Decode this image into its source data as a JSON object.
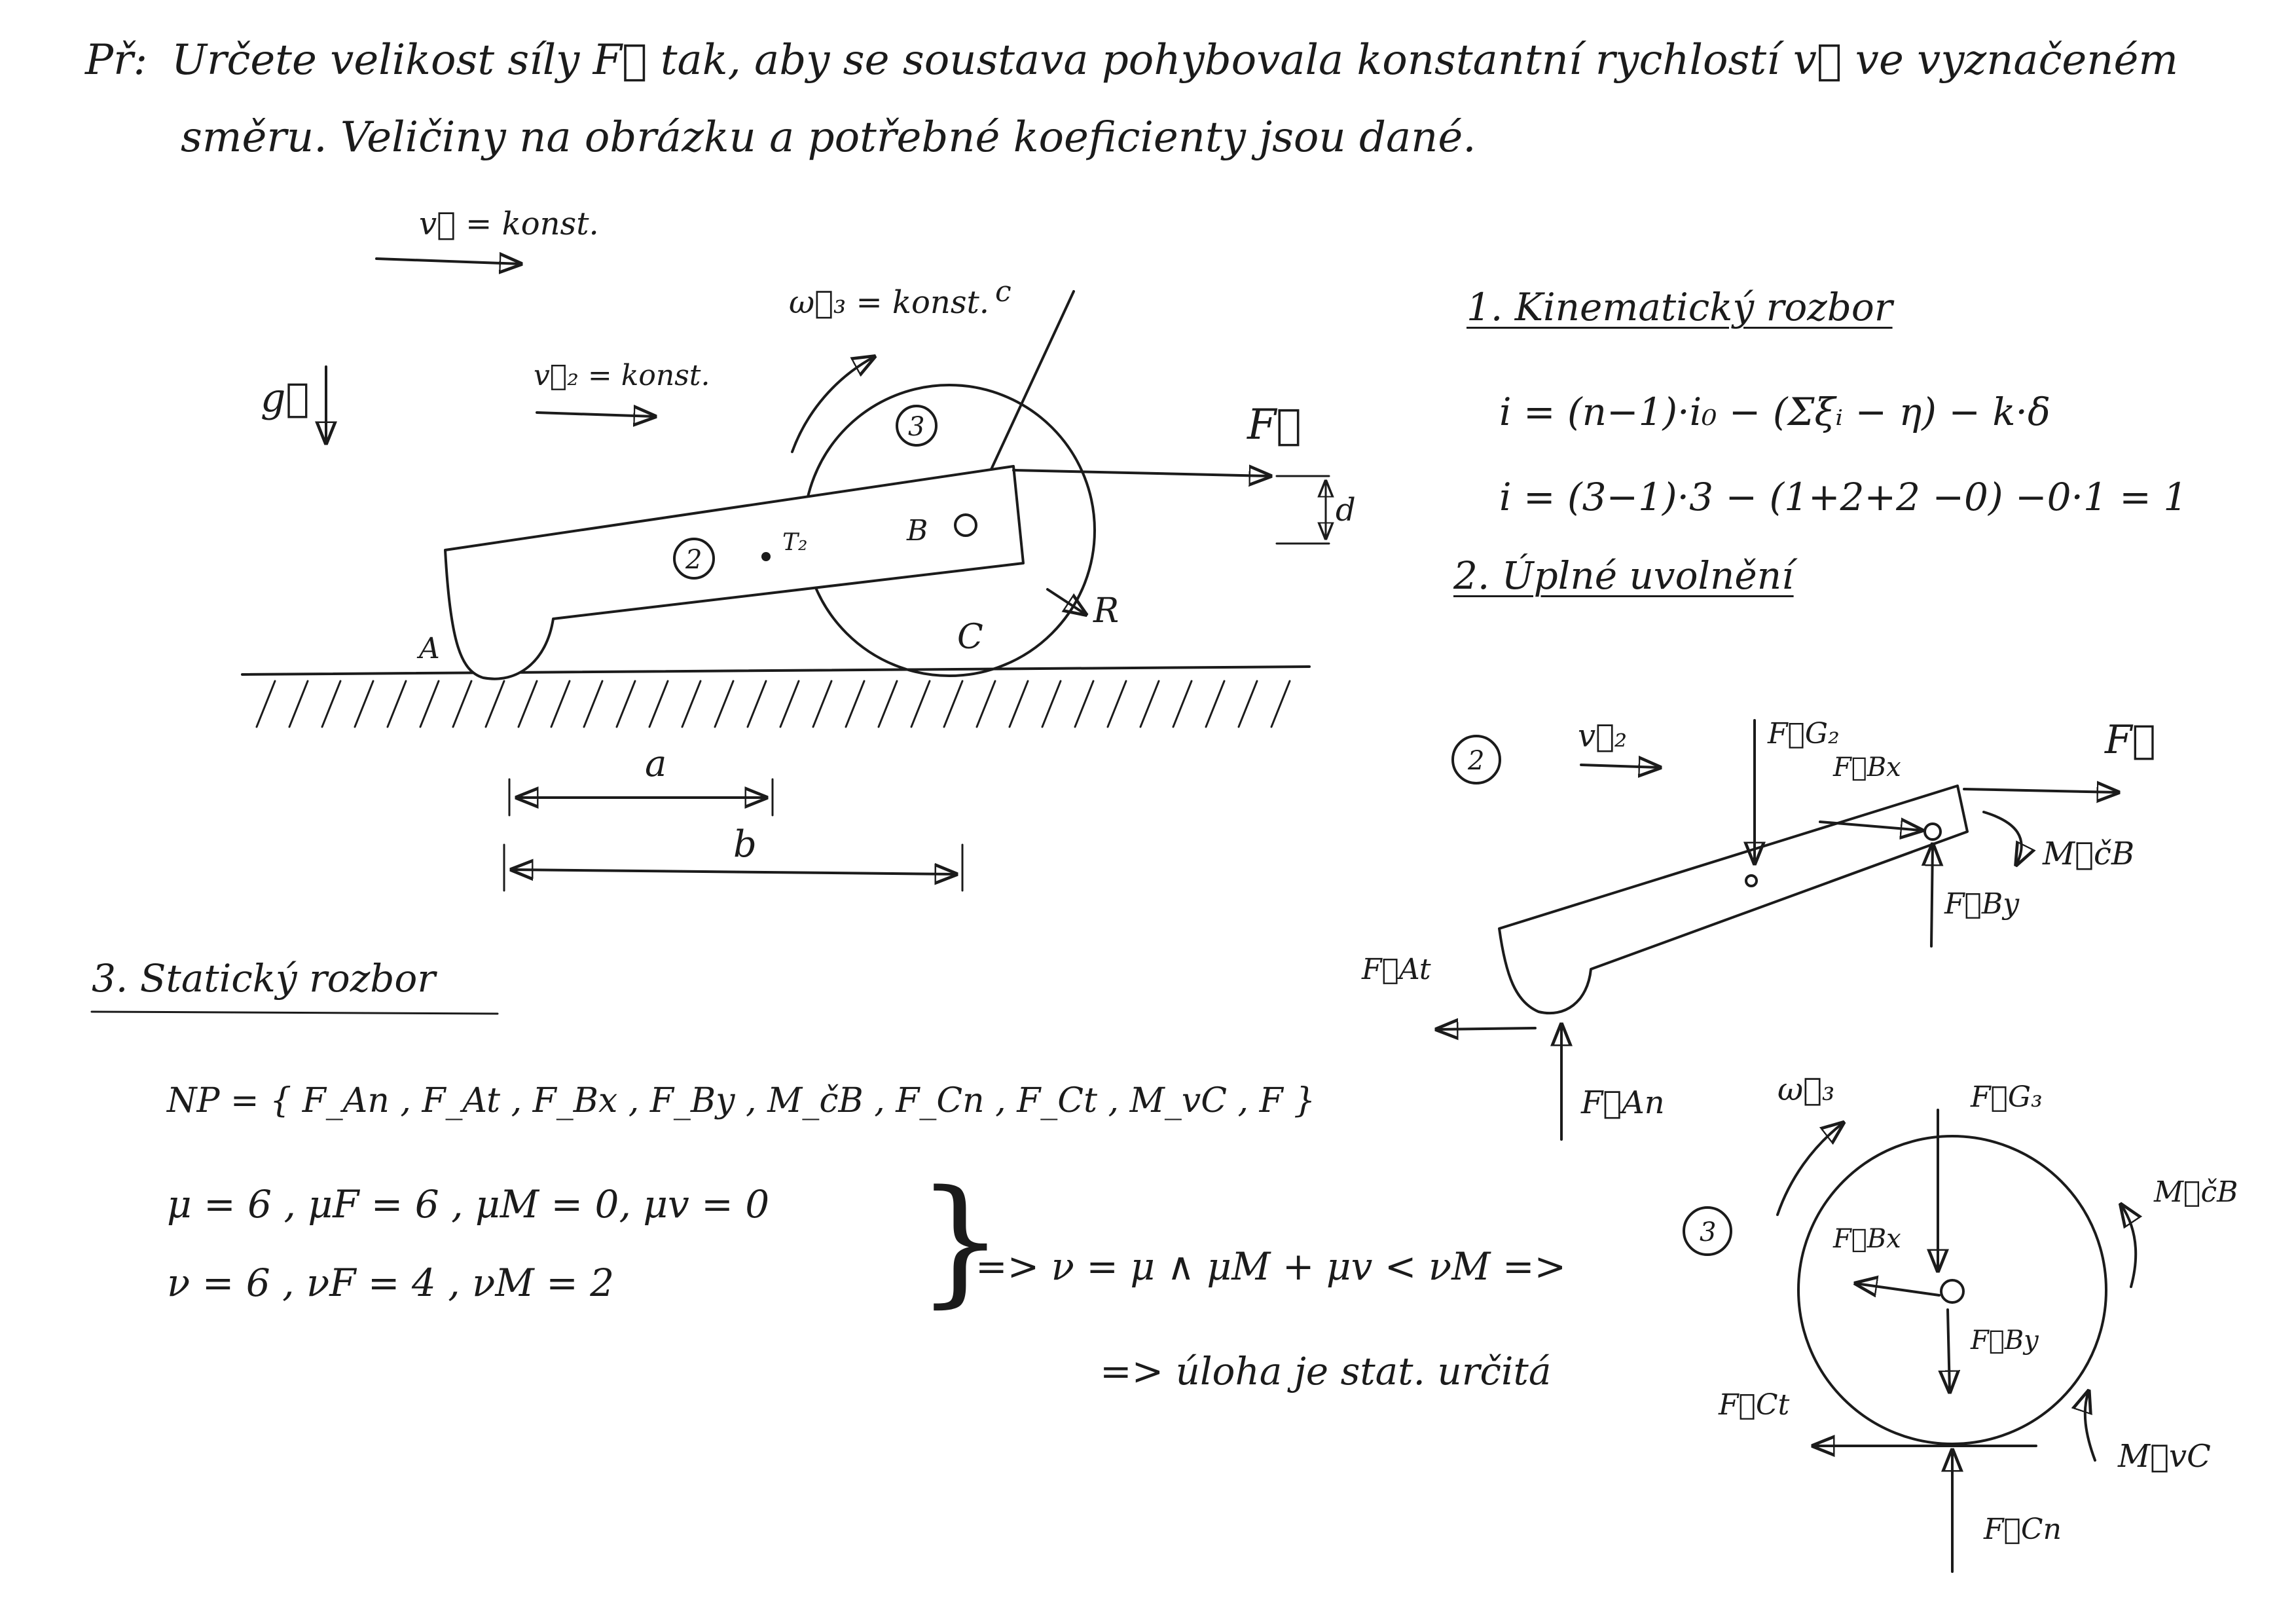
{
  "problem": {
    "label": "Př:",
    "line1": "Určete velikost síly F⃗ tak, aby se soustava pohybovala konstantní rychlostí v⃗ ve vyznačeném",
    "line2": "směru. Veličiny na obrázku a potřebné koeficienty jsou dané."
  },
  "figure": {
    "v_label": "v⃗ = konst.",
    "v2_label": "v⃗₂ = konst.",
    "omega3_label": "ω⃗₃ = konst.",
    "point_c_top": "c",
    "g_label": "g⃗",
    "f_label": "F⃗",
    "d_label": "d",
    "body2": "2",
    "body3": "3",
    "t2": "T₂",
    "point_b": "B",
    "point_a": "A",
    "point_c": "C",
    "r_label": "R",
    "dim_a": "a",
    "dim_b": "b"
  },
  "kinematics": {
    "heading": "1. Kinematický rozbor",
    "formula": "i = (n−1)·i₀ − (Σξᵢ − η) − k·δ",
    "computed": "i = (3−1)·3 − (1+2+2 −0) −0·1 = 1"
  },
  "release": {
    "heading": "2. Úplné uvolnění",
    "body2_tag": "2",
    "v2": "v⃗₂",
    "fg2": "F⃗G₂",
    "fbx_top": "F⃗Bx",
    "f": "F⃗",
    "mcb": "M⃗čB",
    "fby": "F⃗By",
    "fat": "F⃗At",
    "fan": "F⃗An",
    "body3_tag": "3",
    "omega3": "ω⃗₃",
    "fg3": "F⃗G₃",
    "mcb3": "M⃗čB",
    "fbx3": "F⃗Bx",
    "fby3": "F⃗By",
    "fct": "F⃗Ct",
    "mvc": "M⃗vC",
    "fcn": "F⃗Cn"
  },
  "statics": {
    "heading": "3. Statický rozbor",
    "np": "NP = { F_An , F_At , F_Bx , F_By , M_čB , F_Cn , F_Ct , M_vC , F }",
    "mu_line": "μ = 6 ,  μF = 6 ,  μM = 0,  μv = 0",
    "nu_line": "ν = 6 ,  νF = 4 ,  νM = 2",
    "brace": "}",
    "condition": "=> ν = μ ∧ μM + μv < νM =>",
    "conclusion": "=> úloha je stat. určitá"
  },
  "colors": {
    "ink": "#1b1b1b",
    "paper": "#ffffff"
  }
}
